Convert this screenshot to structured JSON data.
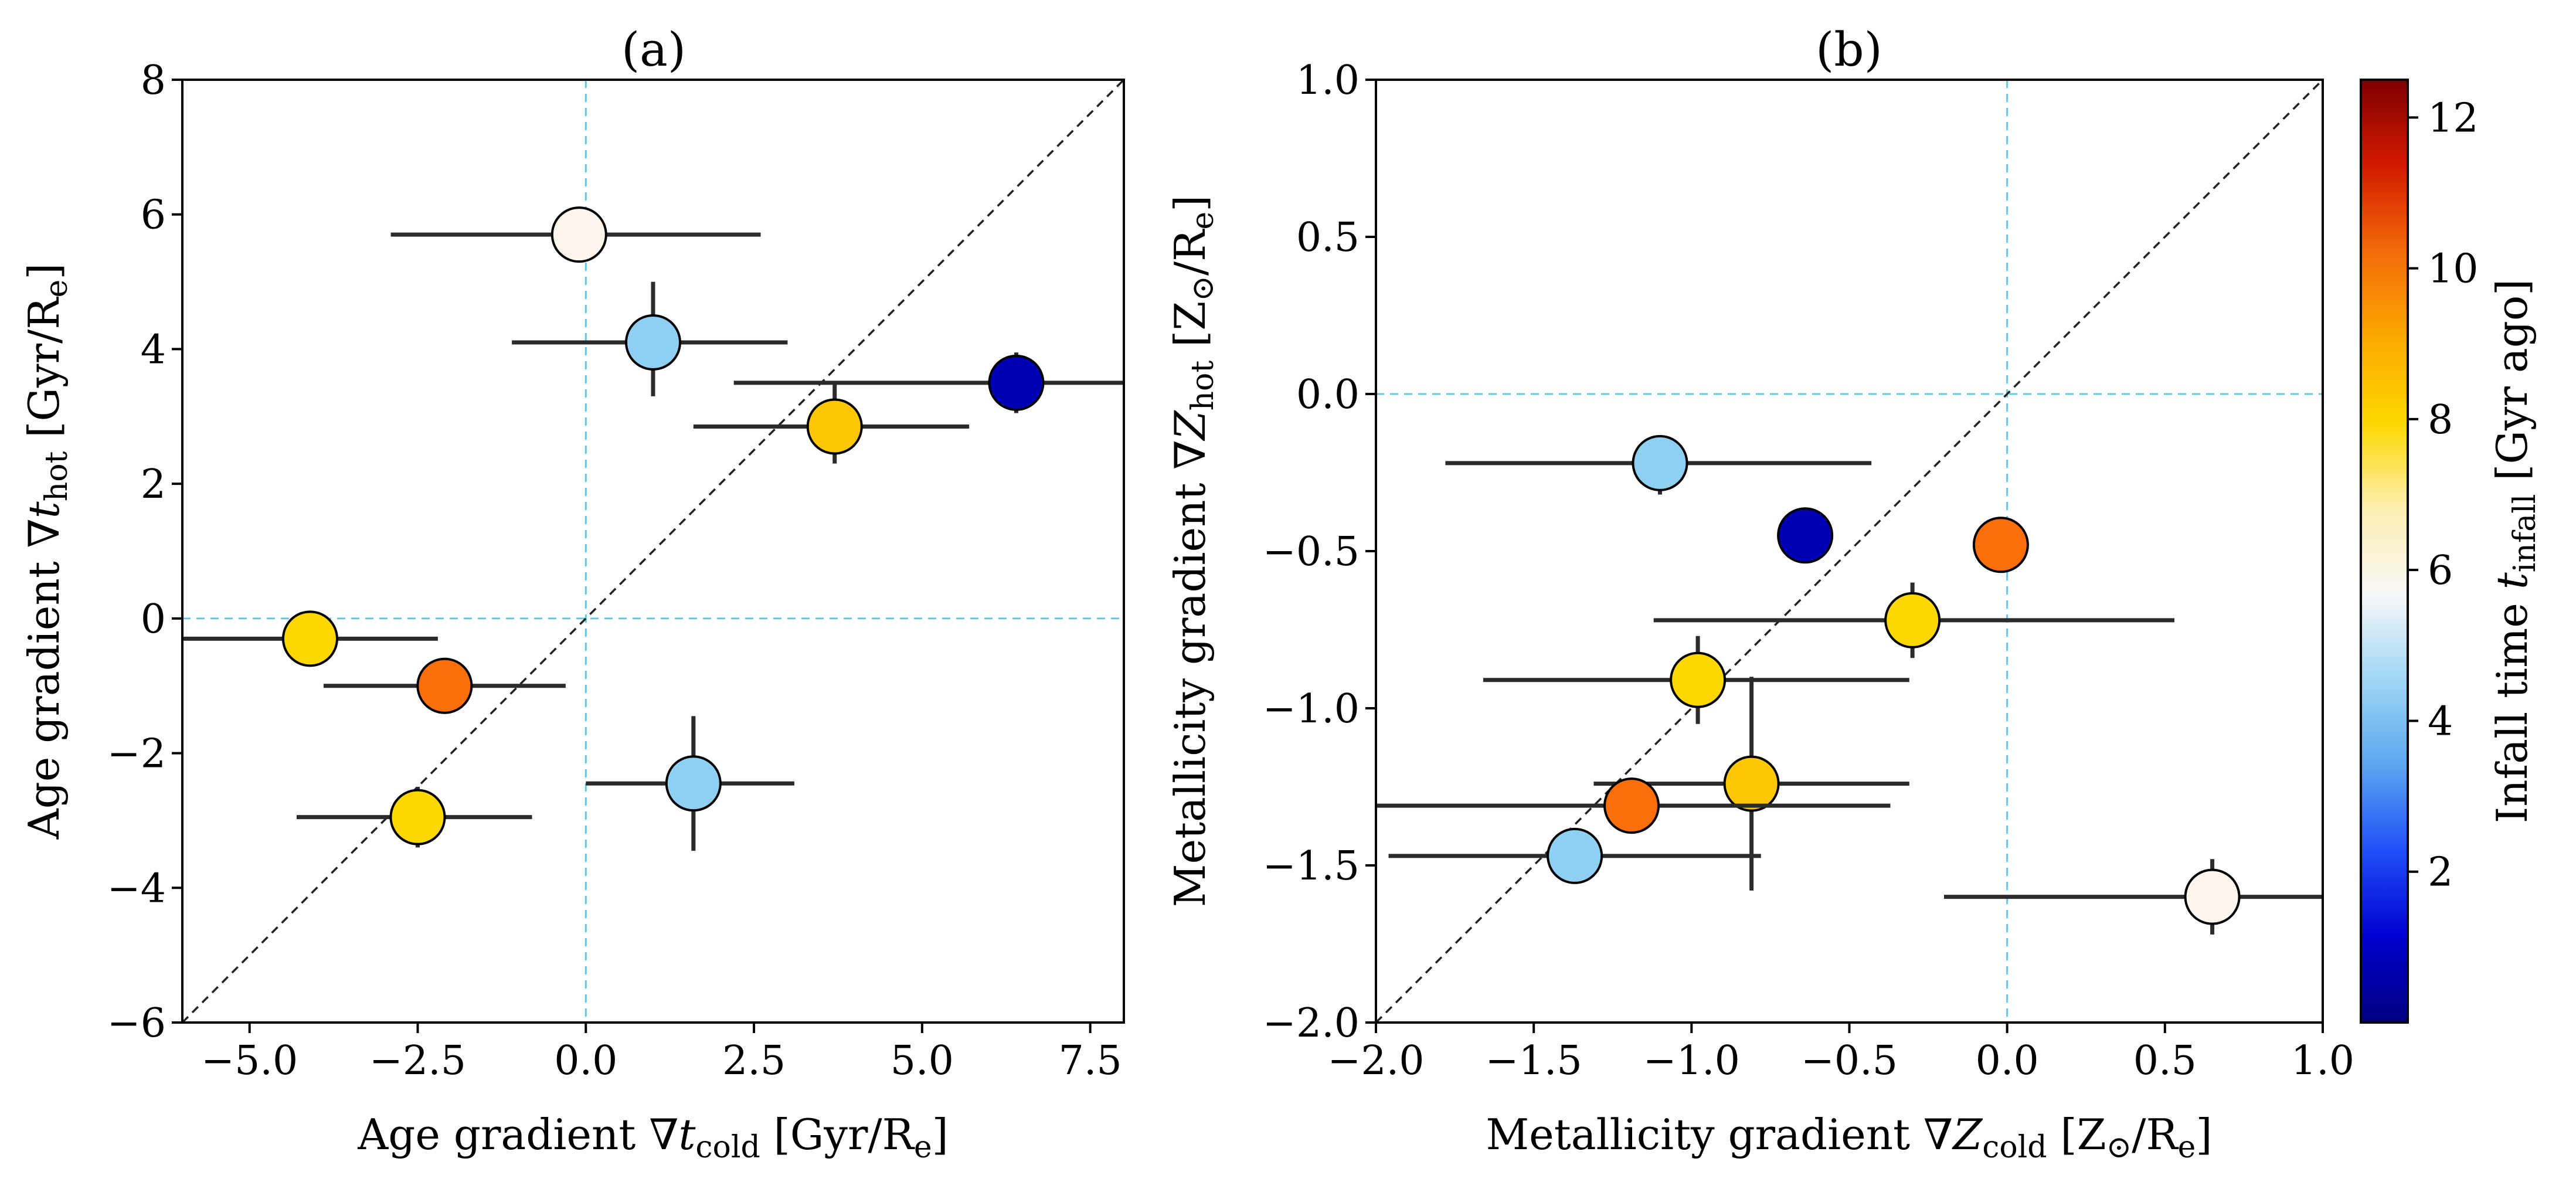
{
  "chart_data": [
    {
      "type": "scatter",
      "title": "(a)",
      "xlabel": "Age gradient ∇t_cold [Gyr/R_e]",
      "ylabel": "Age gradient ∇t_hot [Gyr/R_e]",
      "xlim": [
        -6,
        8
      ],
      "ylim": [
        -6,
        8
      ],
      "xticks": [
        -5.0,
        -2.5,
        0.0,
        2.5,
        5.0,
        7.5
      ],
      "xtick_labels": [
        "−5.0",
        "−2.5",
        "0.0",
        "2.5",
        "5.0",
        "7.5"
      ],
      "yticks": [
        -6,
        -4,
        -2,
        0,
        2,
        4,
        6,
        8
      ],
      "ytick_labels": [
        "−6",
        "−4",
        "−2",
        "0",
        "2",
        "4",
        "6",
        "8"
      ],
      "grid": false,
      "one_to_one_line": true,
      "zero_lines": true,
      "points": [
        {
          "x": -0.1,
          "y": 5.7,
          "xerr": [
            2.8,
            2.7
          ],
          "yerr": [
            0.1,
            0.1
          ],
          "color": "#fbf5ee"
        },
        {
          "x": 1.0,
          "y": 4.1,
          "xerr": [
            2.1,
            2.0
          ],
          "yerr": [
            0.8,
            0.9
          ],
          "color": "#8ecff2"
        },
        {
          "x": 6.4,
          "y": 3.5,
          "xerr": [
            4.2,
            2.0
          ],
          "yerr": [
            0.45,
            0.45
          ],
          "color": "#0000b4"
        },
        {
          "x": 3.7,
          "y": 2.85,
          "xerr": [
            2.1,
            2.0
          ],
          "yerr": [
            0.55,
            0.65
          ],
          "color": "#fdc704"
        },
        {
          "x": -4.1,
          "y": -0.3,
          "xerr": [
            2.0,
            1.9
          ],
          "yerr": [
            0.1,
            0.1
          ],
          "color": "#fdd700"
        },
        {
          "x": -2.1,
          "y": -1.0,
          "xerr": [
            1.8,
            1.8
          ],
          "yerr": [
            0.1,
            0.1
          ],
          "color": "#fa6f0a"
        },
        {
          "x": 1.6,
          "y": -2.45,
          "xerr": [
            1.6,
            1.5
          ],
          "yerr": [
            1.0,
            1.0
          ],
          "color": "#8ecff2"
        },
        {
          "x": -2.5,
          "y": -2.95,
          "xerr": [
            1.8,
            1.7
          ],
          "yerr": [
            0.45,
            0.45
          ],
          "color": "#fdd700"
        }
      ]
    },
    {
      "type": "scatter",
      "title": "(b)",
      "xlabel": "Metallicity gradient ∇Z_cold [Z_⊙/R_e]",
      "ylabel": "Metallicity gradient ∇Z_hot [Z_⊙/R_e]",
      "xlim": [
        -2.0,
        1.0
      ],
      "ylim": [
        -2.0,
        1.0
      ],
      "xticks": [
        -2.0,
        -1.5,
        -1.0,
        -0.5,
        0.0,
        0.5,
        1.0
      ],
      "xtick_labels": [
        "−2.0",
        "−1.5",
        "−1.0",
        "−0.5",
        "0.0",
        "0.5",
        "1.0"
      ],
      "yticks": [
        -2.0,
        -1.5,
        -1.0,
        -0.5,
        0.0,
        0.5,
        1.0
      ],
      "ytick_labels": [
        "−2.0",
        "−1.5",
        "−1.0",
        "−0.5",
        "0.0",
        "0.5",
        "1.0"
      ],
      "grid": false,
      "one_to_one_line": true,
      "zero_lines": true,
      "points": [
        {
          "x": -1.1,
          "y": -0.22,
          "xerr": [
            0.68,
            0.67
          ],
          "yerr": [
            0.1,
            0.05
          ],
          "color": "#8ecff2"
        },
        {
          "x": -0.64,
          "y": -0.45,
          "xerr": [
            0.02,
            0.02
          ],
          "yerr": [
            0.02,
            0.02
          ],
          "color": "#0000b4"
        },
        {
          "x": -0.02,
          "y": -0.48,
          "xerr": [
            0.02,
            0.02
          ],
          "yerr": [
            0.02,
            0.02
          ],
          "color": "#fa6f0a"
        },
        {
          "x": -0.3,
          "y": -0.72,
          "xerr": [
            0.82,
            0.83
          ],
          "yerr": [
            0.12,
            0.12
          ],
          "color": "#fdd700"
        },
        {
          "x": -0.98,
          "y": -0.91,
          "xerr": [
            0.68,
            0.67
          ],
          "yerr": [
            0.14,
            0.14
          ],
          "color": "#fdd700"
        },
        {
          "x": -0.81,
          "y": -1.24,
          "xerr": [
            0.5,
            0.5
          ],
          "yerr": [
            0.34,
            0.34
          ],
          "color": "#fdc704"
        },
        {
          "x": -1.19,
          "y": -1.31,
          "xerr": [
            0.81,
            0.82
          ],
          "yerr": [
            0.02,
            0.02
          ],
          "color": "#fa6f0a"
        },
        {
          "x": -1.37,
          "y": -1.47,
          "xerr": [
            0.59,
            0.59
          ],
          "yerr": [
            0.02,
            0.02
          ],
          "color": "#8ecff2"
        },
        {
          "x": 0.65,
          "y": -1.6,
          "xerr": [
            0.85,
            0.4
          ],
          "yerr": [
            0.12,
            0.12
          ],
          "color": "#fbf5ee"
        }
      ]
    }
  ],
  "colorbar": {
    "label": "Infall time t_infall [Gyr ago]",
    "range": [
      0,
      12.5
    ],
    "ticks": [
      2,
      4,
      6,
      8,
      10,
      12
    ],
    "tick_labels": [
      "2",
      "4",
      "6",
      "8",
      "10",
      "12"
    ],
    "colormap": [
      "#00007f",
      "#0000d0",
      "#1f4ff7",
      "#5aa6ee",
      "#9fd6f5",
      "#f7f7f7",
      "#fdeeb0",
      "#fdd700",
      "#fba800",
      "#f26b0a",
      "#d31a00",
      "#7f0000"
    ]
  }
}
